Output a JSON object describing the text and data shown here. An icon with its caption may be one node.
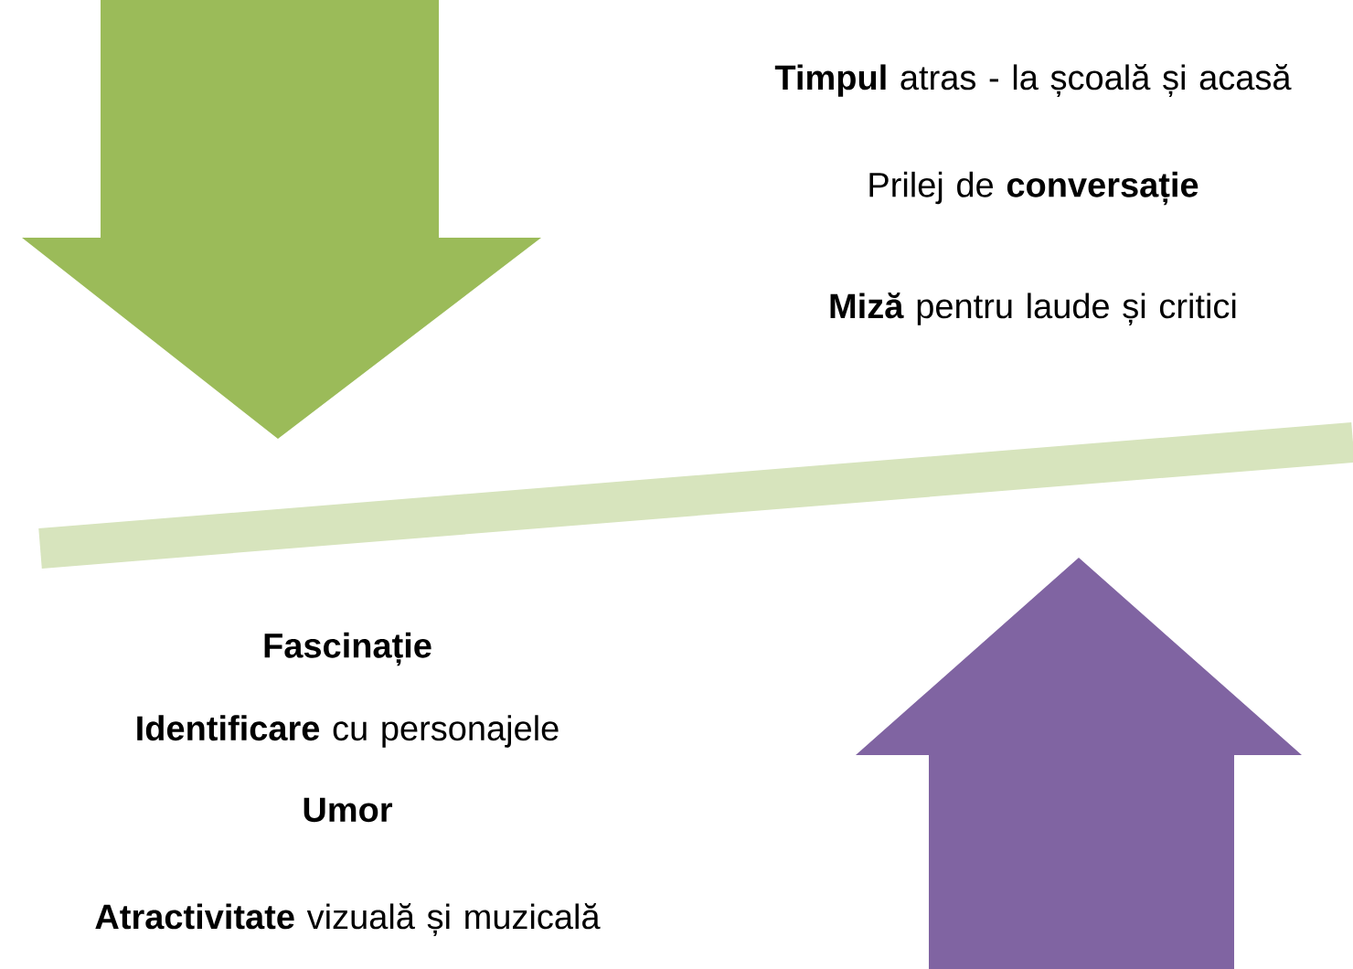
{
  "diagram": {
    "labels": [
      "**Timpul** atras - la școală și acasă",
      "Prilej de **conversație**",
      "**Miză** pentru laude și critici",
      "Fascinație",
      "**Identificare** cu personajele",
      "Umor",
      "**Atractivitate** vizuală și muzicală"
    ]
  }
}
